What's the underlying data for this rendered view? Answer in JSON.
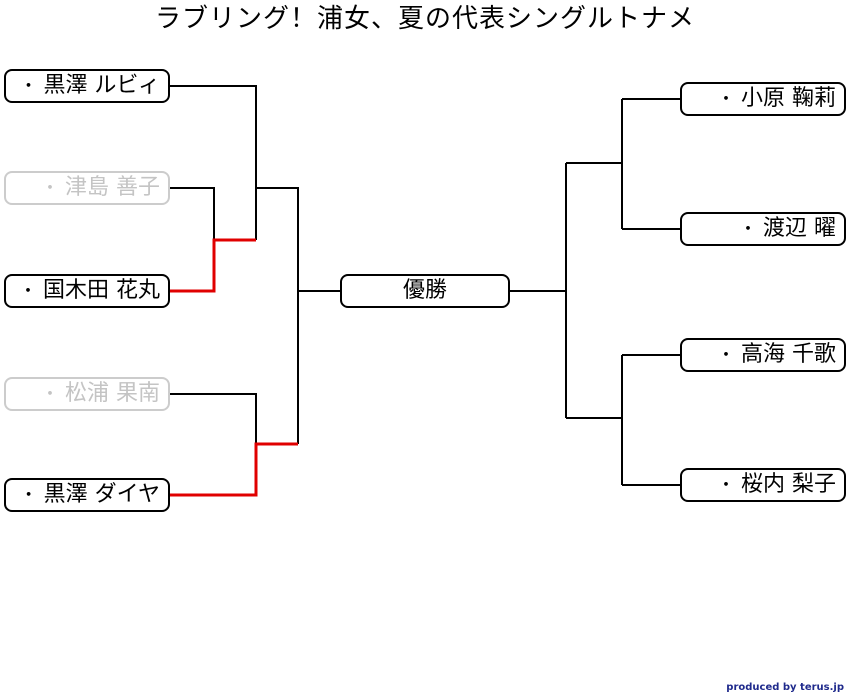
{
  "title": "ラブリング！浦女、夏の代表シングルトナメ",
  "bullet": "・",
  "center_label": "優勝",
  "credit": "produced by terus.jp",
  "colors": {
    "line": "#000000",
    "win_path": "#e00000",
    "eliminated": "#cccccc"
  },
  "left_players": [
    {
      "name": "黒澤 ルビィ",
      "status": "active"
    },
    {
      "name": "津島 善子",
      "status": "eliminated"
    },
    {
      "name": "国木田 花丸",
      "status": "active"
    },
    {
      "name": "松浦 果南",
      "status": "eliminated"
    },
    {
      "name": "黒澤 ダイヤ",
      "status": "active"
    }
  ],
  "right_players": [
    {
      "name": "小原 鞠莉",
      "status": "active"
    },
    {
      "name": "渡辺 曜",
      "status": "active"
    },
    {
      "name": "高海 千歌",
      "status": "active"
    },
    {
      "name": "桜内 梨子",
      "status": "active"
    }
  ]
}
